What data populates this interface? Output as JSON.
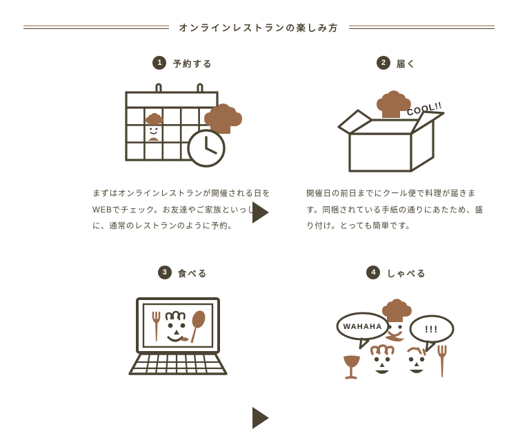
{
  "header": {
    "title": "オンラインレストランの楽しみ方"
  },
  "colors": {
    "dark": "#4a4333",
    "brown": "#9c6b4a",
    "background": "#ffffff"
  },
  "steps": [
    {
      "number": "1",
      "title": "予約する",
      "body": "まずはオンラインレストランが開催される日をWEBでチェック。お友達やご家族といっしょに、通常のレストランのように予約。",
      "illustration": "calendar-with-chef-hat-and-clock"
    },
    {
      "number": "2",
      "title": "届く",
      "body": "開催日の前日までにクール便で料理が届きます。同梱されている手紙の通りにあたため、盛り付け。とっても簡単です。",
      "illustration": "open-box-with-chef-popping-out",
      "callout": "COOL!!"
    },
    {
      "number": "3",
      "title": "食べる",
      "body": "",
      "illustration": "laptop-with-smiling-face-fork-and-spoon"
    },
    {
      "number": "4",
      "title": "しゃべる",
      "body": "",
      "illustration": "chef-and-two-faces-with-speech-bubbles",
      "bubbles": [
        "WAHAHA",
        "!!!"
      ]
    }
  ]
}
